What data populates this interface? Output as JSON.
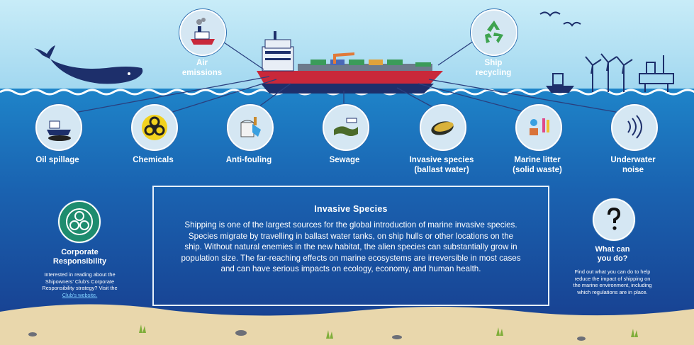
{
  "impacts": [
    {
      "label_1": "Oil spillage",
      "label_2": "",
      "icon": "oil-spill-icon"
    },
    {
      "label_1": "Chemicals",
      "label_2": "",
      "icon": "biohazard-icon"
    },
    {
      "label_1": "Anti-fouling",
      "label_2": "",
      "icon": "paint-can-icon"
    },
    {
      "label_1": "Sewage",
      "label_2": "",
      "icon": "sewage-icon"
    },
    {
      "label_1": "Invasive species",
      "label_2": "(ballast water)",
      "icon": "mussel-icon"
    },
    {
      "label_1": "Marine litter",
      "label_2": "(solid waste)",
      "icon": "litter-icon"
    },
    {
      "label_1": "Underwater",
      "label_2": "noise",
      "icon": "sound-wave-icon"
    }
  ],
  "top_impacts": [
    {
      "label_1": "Air",
      "label_2": "emissions",
      "icon": "ship-exhaust-icon"
    },
    {
      "label_1": "Ship",
      "label_2": "recycling",
      "icon": "recycle-icon"
    }
  ],
  "infobox": {
    "title": "Invasive Species",
    "line_1": "Shipping is one of the largest sources for the global introduction of marine invasive species.",
    "line_2": "Species migrate by travelling in ballast water tanks, on ship hulls or other locations on the",
    "line_3": "ship. Without natural enemies in the new habitat, the alien species can substantially grow in",
    "line_4": "population size. The far-reaching effects on marine ecosystems are irreversible in most cases",
    "line_5": "and can have serious impacts on ecology, economy, and human health."
  },
  "corporate": {
    "title_1": "Corporate",
    "title_2": "Responsibility",
    "body_1": "Interested in reading about the",
    "body_2": "Shipowners' Club's Corporate",
    "body_3": "Responsibility strategy? Visit the",
    "link": "Club's website.",
    "icon": "corporate-responsibility-icon"
  },
  "whatcan": {
    "title_1": "What can",
    "title_2": "you do?",
    "body_1": "Find out what you can do to help",
    "body_2": "reduce the impact of shipping on",
    "body_3": "the marine environment, including",
    "body_4": "which regulations are in place.",
    "icon": "question-mark-icon"
  },
  "colors": {
    "sea_top": "#1e84c9",
    "sea_bottom": "#173b8c",
    "sky": "#c8ecf8",
    "sand": "#e9d7ac",
    "hull_red": "#c9283a",
    "hull_navy": "#1d2f6b"
  }
}
